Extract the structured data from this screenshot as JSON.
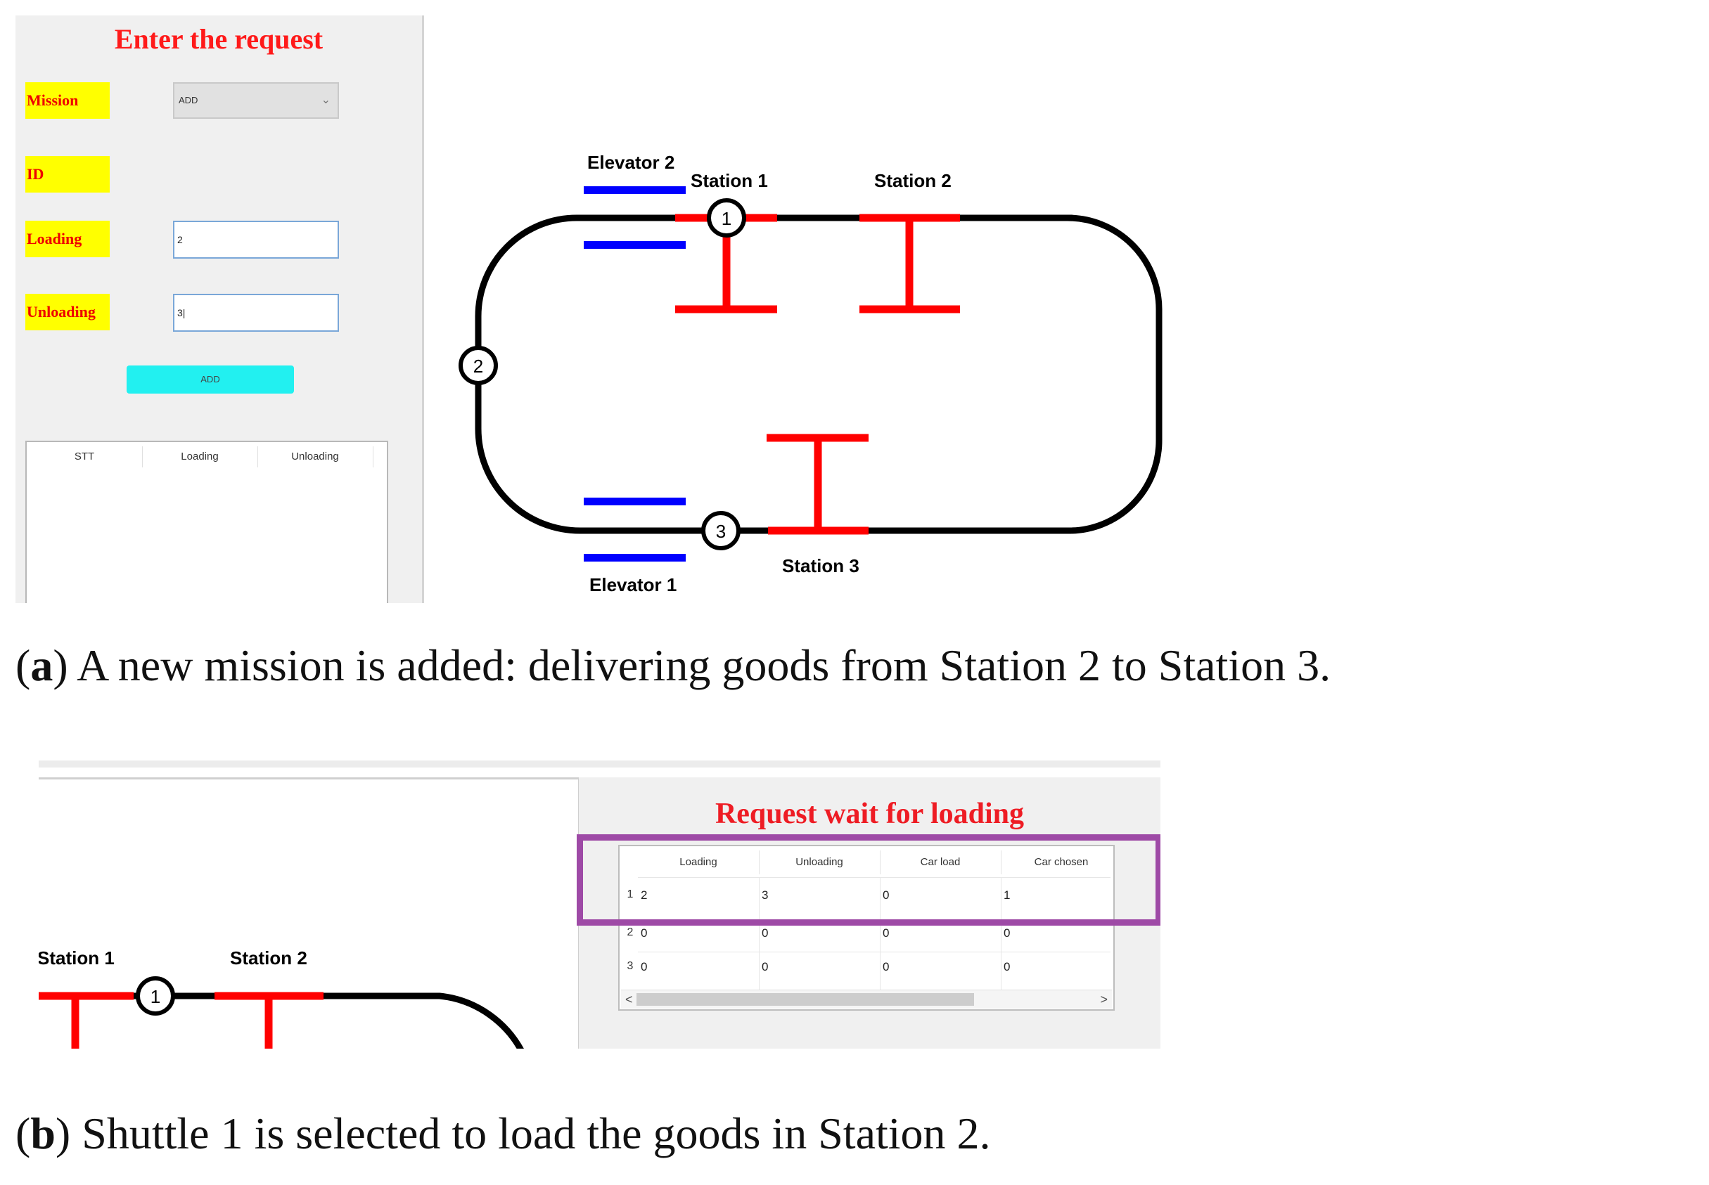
{
  "panel_a": {
    "form": {
      "title": "Enter the request",
      "mission_label": "Mission",
      "mission_value": "ADD",
      "id_label": "ID",
      "loading_label": "Loading",
      "loading_value": "2",
      "unloading_label": "Unloading",
      "unloading_value": "3|",
      "add_button": "ADD",
      "table_headers": [
        "STT",
        "Loading",
        "Unloading"
      ]
    },
    "diagram": {
      "elevator_2": "Elevator 2",
      "elevator_1": "Elevator 1",
      "station_1": "Station 1",
      "station_2": "Station 2",
      "station_3": "Station 3",
      "node_1": "1",
      "node_2": "2",
      "node_3": "3"
    },
    "caption_letter": "a",
    "caption_text": ") A new mission is added: delivering goods from Station 2 to Station 3."
  },
  "panel_b": {
    "station_1": "Station 1",
    "station_2": "Station 2",
    "node_1": "1",
    "title": "Request wait for loading",
    "columns": [
      "Loading",
      "Unloading",
      "Car load",
      "Car chosen"
    ],
    "rows": [
      {
        "index": "1",
        "cells": [
          "2",
          "3",
          "0",
          "1"
        ]
      },
      {
        "index": "2",
        "cells": [
          "0",
          "0",
          "0",
          "0"
        ]
      },
      {
        "index": "3",
        "cells": [
          "0",
          "0",
          "0",
          "0"
        ]
      }
    ],
    "scroll_left": "<",
    "scroll_right": ">",
    "caption_letter": "b",
    "caption_text": ") Shuttle 1 is selected to load the goods in Station 2."
  },
  "colors": {
    "track": "#000000",
    "station": "#ff0000",
    "elevator": "#0000ff",
    "highlight": "#9e4aa6",
    "label_bg": "#ffff00",
    "button": "#22f0f0"
  }
}
